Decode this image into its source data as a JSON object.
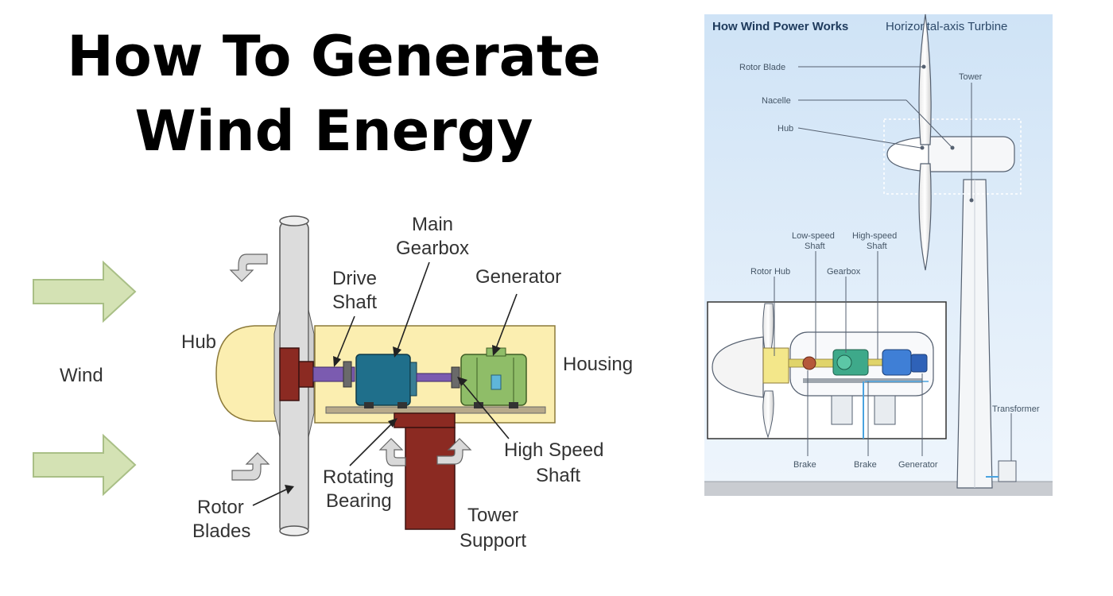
{
  "title": {
    "line1": "How To Generate",
    "line2": "Wind Energy"
  },
  "left_diagram": {
    "wind": "Wind",
    "hub": "Hub",
    "rotor_blades": [
      "Rotor",
      "Blades"
    ],
    "drive_shaft": [
      "Drive",
      "Shaft"
    ],
    "main_gearbox": [
      "Main",
      "Gearbox"
    ],
    "generator": "Generator",
    "housing": "Housing",
    "high_speed_shaft": [
      "High Speed",
      "Shaft"
    ],
    "rotating_bearing": [
      "Rotating",
      "Bearing"
    ],
    "tower_support": [
      "Tower",
      "Support"
    ]
  },
  "right_diagram": {
    "header_bold": "How Wind Power Works",
    "header_sub": "Horizontal-axis Turbine",
    "rotor_blade": "Rotor Blade",
    "nacelle": "Nacelle",
    "hub": "Hub",
    "tower": "Tower",
    "low_speed_shaft": [
      "Low-speed",
      "Shaft"
    ],
    "high_speed_shaft": [
      "High-speed",
      "Shaft"
    ],
    "rotor_hub": "Rotor Hub",
    "gearbox": "Gearbox",
    "transformer": "Transformer",
    "brake1": "Brake",
    "brake2": "Brake",
    "generator": "Generator"
  },
  "colors": {
    "arrow_green": "#d4e2b4",
    "housing_yellow": "#fbeeb0",
    "hub_brown": "#8b2a22",
    "gearbox_teal": "#1f6f8b",
    "generator_green": "#8fbd68",
    "shaft_purple": "#7b5bb0",
    "sky_blue": "#dcebf8"
  }
}
